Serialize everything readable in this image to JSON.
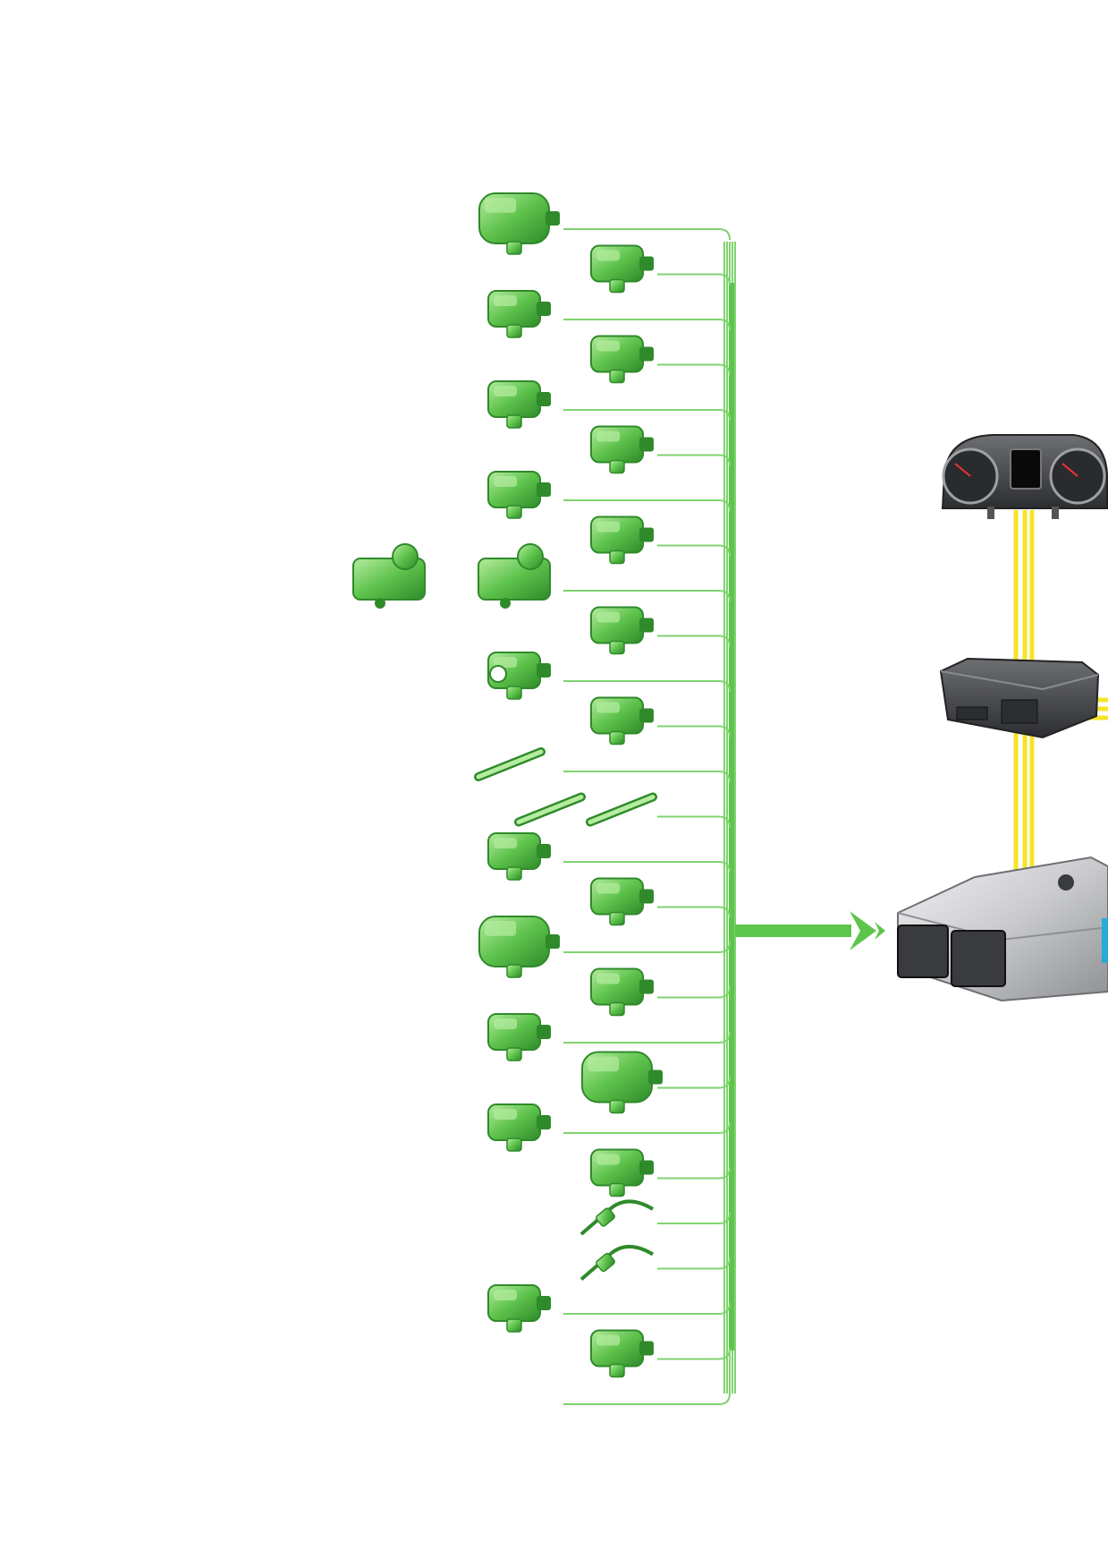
{
  "colors": {
    "background": "#ffffff",
    "sensor_bus": "#5cc64a",
    "sensor_line": "#7fd36f",
    "sensor_body": "#6cc957",
    "sensor_dark": "#2f8a2a",
    "sensor_light": "#b5ec9f",
    "can_bus": "#f5e426",
    "ecu_metal": "#c9cacc",
    "ecu_dark": "#3a3b3e",
    "dark_module": "#4d4f53",
    "accent_blue": "#29a9d9"
  },
  "sensors": [
    {
      "icon": "air-mass-meter-icon",
      "col": "left"
    },
    {
      "icon": "engine-speed-sender-icon",
      "col": "right"
    },
    {
      "icon": "hall-sender-icon",
      "col": "left"
    },
    {
      "icon": "speed-sender-icon",
      "col": "right"
    },
    {
      "icon": "pressure-sender-icon",
      "col": "left"
    },
    {
      "icon": "temperature-sender-icon",
      "col": "right"
    },
    {
      "icon": "oil-level-sender-icon",
      "col": "left"
    },
    {
      "icon": "pressure-switch-icon",
      "col": "right"
    },
    {
      "icon": "flap-actuator-pair-icon",
      "col": "left"
    },
    {
      "icon": "accelerator-pedal-sender-icon",
      "col": "right"
    },
    {
      "icon": "knock-sensor-icon",
      "col": "left"
    },
    {
      "icon": "brake-light-switch-icon",
      "col": "right"
    },
    {
      "icon": "glow-plug-icon",
      "col": "left"
    },
    {
      "icon": "lambda-probe-pair-icon",
      "col": "right"
    },
    {
      "icon": "fuel-temperature-sender-icon",
      "col": "left"
    },
    {
      "icon": "vacuum-unit-icon",
      "col": "right"
    },
    {
      "icon": "throttle-valve-module-icon",
      "col": "left"
    },
    {
      "icon": "vacuum-unit-icon",
      "col": "right"
    },
    {
      "icon": "coolant-temperature-sender-icon",
      "col": "left"
    },
    {
      "icon": "exhaust-gas-recirculation-valve-icon",
      "col": "right"
    },
    {
      "icon": "charge-pressure-sender-icon",
      "col": "left"
    },
    {
      "icon": "fuel-pressure-sender-icon",
      "col": "right"
    },
    {
      "icon": "exhaust-temperature-sender-icon",
      "col": "right"
    },
    {
      "icon": "exhaust-temperature-sender-icon",
      "col": "right"
    },
    {
      "icon": "differential-pressure-sender-icon",
      "col": "left"
    },
    {
      "icon": "differential-pressure-sender-icon",
      "col": "right"
    },
    {
      "icon": "bus-end-line-icon",
      "col": "left"
    }
  ],
  "units": [
    {
      "icon": "dash-panel-insert-icon"
    },
    {
      "icon": "data-bus-diagnostic-interface-icon"
    },
    {
      "icon": "engine-control-unit-icon"
    }
  ]
}
